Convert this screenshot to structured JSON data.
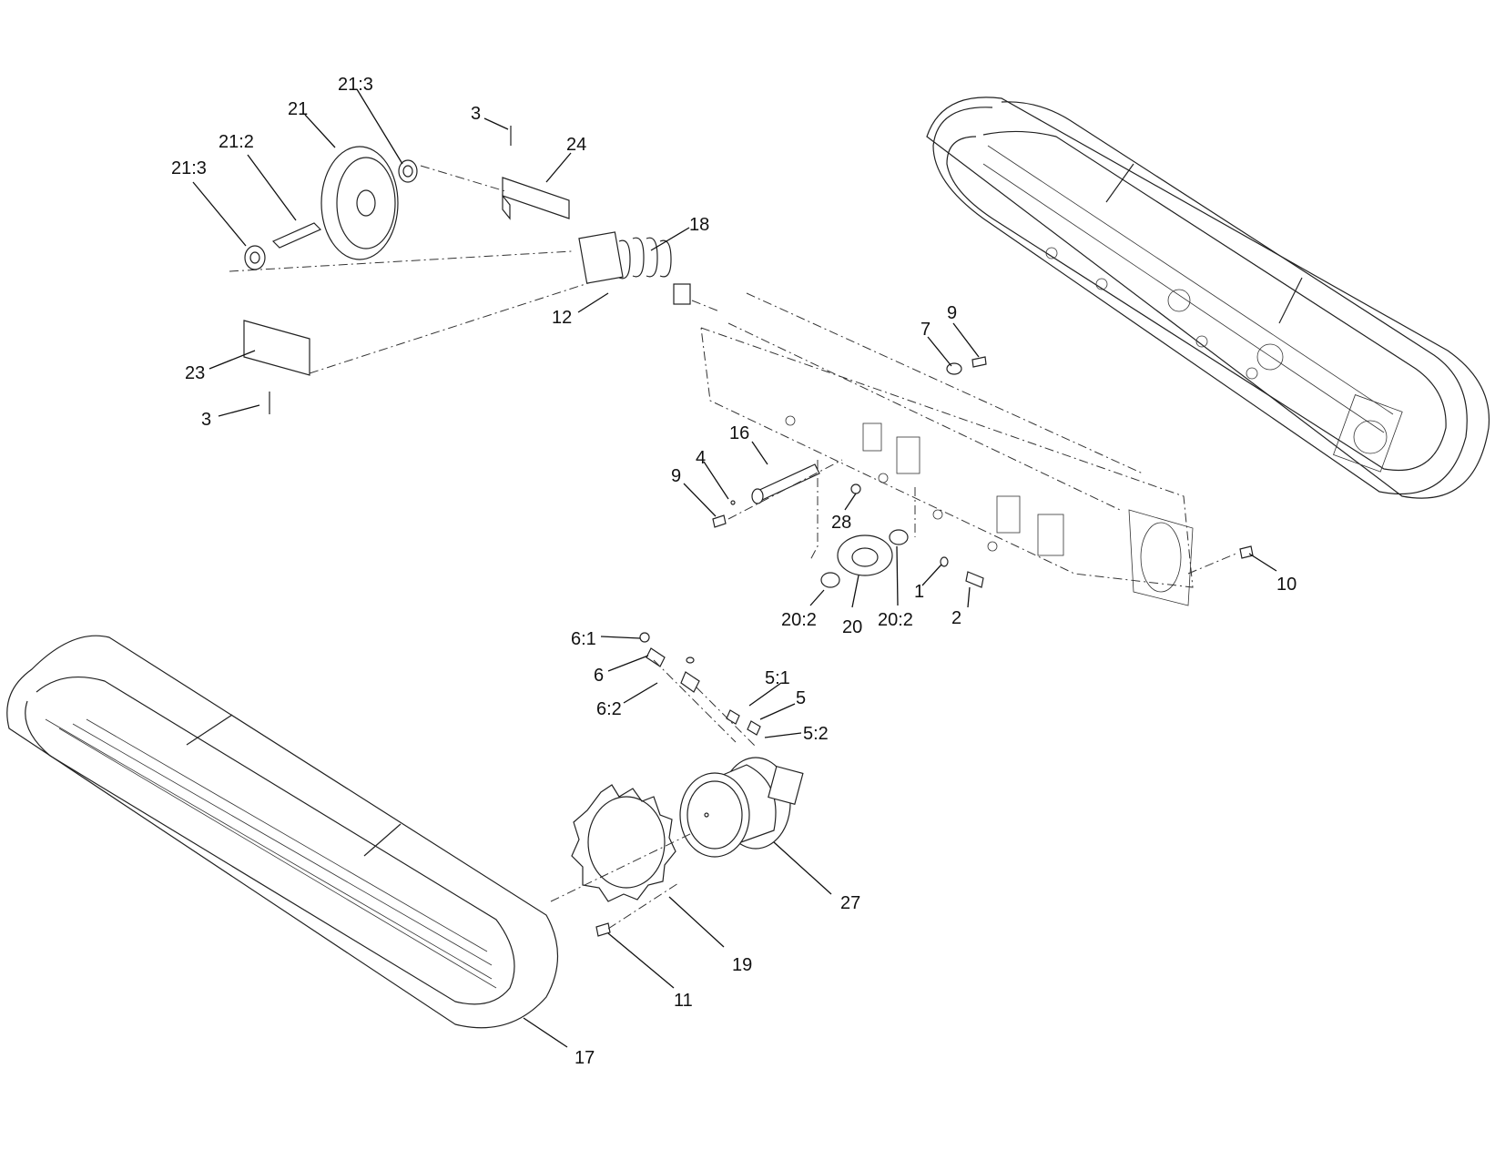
{
  "diagram": {
    "callouts": [
      {
        "id": "c-21-3-top",
        "text": "21:3"
      },
      {
        "id": "c-21",
        "text": "21"
      },
      {
        "id": "c-21-2",
        "text": "21:2"
      },
      {
        "id": "c-21-3-left",
        "text": "21:3"
      },
      {
        "id": "c-3-top",
        "text": "3"
      },
      {
        "id": "c-24",
        "text": "24"
      },
      {
        "id": "c-18",
        "text": "18"
      },
      {
        "id": "c-12",
        "text": "12"
      },
      {
        "id": "c-23",
        "text": "23"
      },
      {
        "id": "c-3-bottom",
        "text": "3"
      },
      {
        "id": "c-9-right",
        "text": "9"
      },
      {
        "id": "c-7",
        "text": "7"
      },
      {
        "id": "c-16",
        "text": "16"
      },
      {
        "id": "c-4",
        "text": "4"
      },
      {
        "id": "c-9-left",
        "text": "9"
      },
      {
        "id": "c-28",
        "text": "28"
      },
      {
        "id": "c-1",
        "text": "1"
      },
      {
        "id": "c-2",
        "text": "2"
      },
      {
        "id": "c-20-2-left",
        "text": "20:2"
      },
      {
        "id": "c-20",
        "text": "20"
      },
      {
        "id": "c-20-2-right",
        "text": "20:2"
      },
      {
        "id": "c-10",
        "text": "10"
      },
      {
        "id": "c-6-1",
        "text": "6:1"
      },
      {
        "id": "c-6",
        "text": "6"
      },
      {
        "id": "c-6-2",
        "text": "6:2"
      },
      {
        "id": "c-5-1",
        "text": "5:1"
      },
      {
        "id": "c-5",
        "text": "5"
      },
      {
        "id": "c-5-2",
        "text": "5:2"
      },
      {
        "id": "c-27",
        "text": "27"
      },
      {
        "id": "c-19",
        "text": "19"
      },
      {
        "id": "c-11",
        "text": "11"
      },
      {
        "id": "c-17",
        "text": "17"
      }
    ]
  }
}
